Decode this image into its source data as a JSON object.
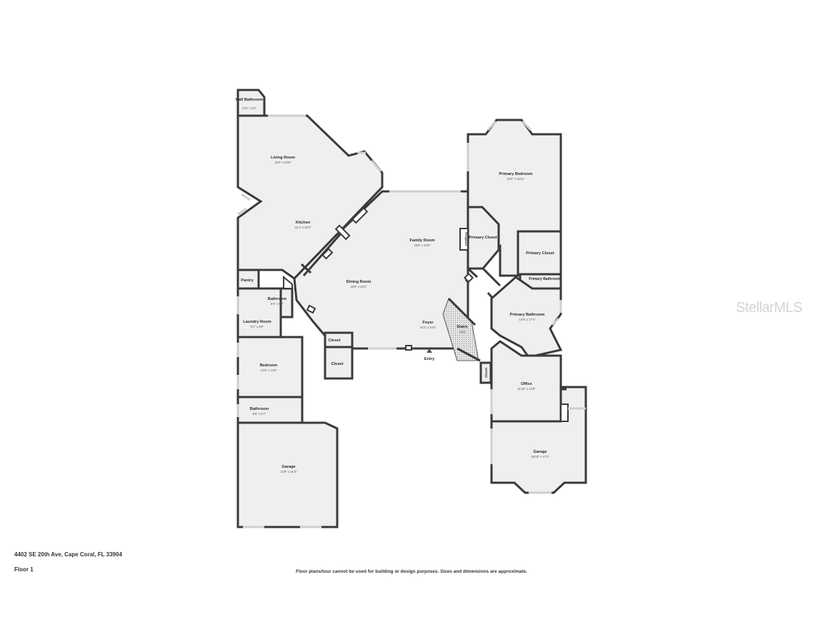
{
  "plan": {
    "address": "4402 SE 20th Ave, Cape Coral, FL 33904",
    "floor": "Floor 1",
    "disclaimer": "Floor plans/tour cannot be used for building or design purposes. Sizes and dimensions are approximate.",
    "watermark": "StellarMLS",
    "entry_label": "Entry"
  },
  "rooms": {
    "half_bathroom": {
      "name": "Half Bathroom",
      "dims": "4'11\" x 5'2\""
    },
    "living_room": {
      "name": "Living Room",
      "dims": "22'9\" x 20'9\""
    },
    "kitchen": {
      "name": "Kitchen",
      "dims": "31'1\" x 20'4\""
    },
    "pantry": {
      "name": "Pantry"
    },
    "bathroom_1": {
      "name": "Bathroom",
      "dims": "6'4\" x 5'6\""
    },
    "laundry_room": {
      "name": "Laundry Room",
      "dims": "9'1\" x 6'0\""
    },
    "bedroom": {
      "name": "Bedroom",
      "dims": "13'6\" x 12'6\""
    },
    "bathroom_2": {
      "name": "Bathroom",
      "dims": "9'6\" x 5'7\""
    },
    "garage_1": {
      "name": "Garage",
      "dims": "21'9\" x 31'6\""
    },
    "dining_room": {
      "name": "Dining Room",
      "dims": "20'6\" x 22'2\""
    },
    "family_room": {
      "name": "Family Room",
      "dims": "23'6\" x 22'6\""
    },
    "fireplace": {
      "name": "Fireplace"
    },
    "closet_1": {
      "name": "Closet"
    },
    "closet_2": {
      "name": "Closet"
    },
    "foyer": {
      "name": "Foyer",
      "dims": "10'2\" x 10'0\""
    },
    "stairs": {
      "name": "Stairs",
      "note": "(Up)"
    },
    "primary_bedroom": {
      "name": "Primary Bedroom",
      "dims": "16'0\" x 22'11\""
    },
    "primary_closet_1": {
      "name": "Primary Closet"
    },
    "primary_closet_2": {
      "name": "Primary Closet"
    },
    "primary_bathroom_small": {
      "name": "Primary Bathroom"
    },
    "primary_bathroom": {
      "name": "Primary Bathroom",
      "dims": "14'6\" x 17'4\""
    },
    "closet_3": {
      "name": "Closet"
    },
    "office": {
      "name": "Office",
      "dims": "21'10\" x 14'8\""
    },
    "garage_2": {
      "name": "Garage",
      "dims": "19'10\" x 17'1\""
    }
  }
}
